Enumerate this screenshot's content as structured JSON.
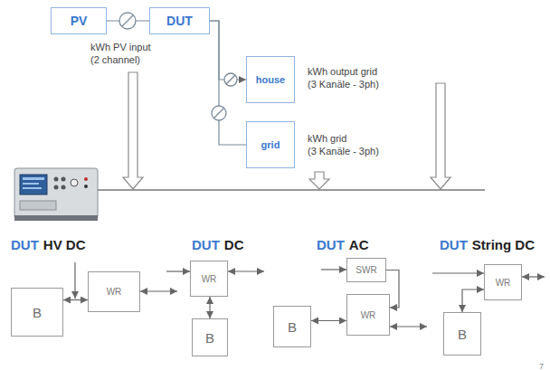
{
  "diagram": {
    "nodes": [
      {
        "text": [
          "PV"
        ]
      },
      {
        "text": [
          "DUT"
        ]
      },
      {
        "text": [
          "house"
        ]
      },
      {
        "text": [
          "grid"
        ]
      },
      {
        "text": [
          "B"
        ]
      },
      {
        "text": [
          "WR"
        ]
      },
      {
        "text": [
          "WR"
        ]
      },
      {
        "text": [
          "B"
        ]
      },
      {
        "text": [
          "SWR"
        ]
      },
      {
        "text": [
          "B"
        ]
      },
      {
        "text": [
          "WR"
        ]
      },
      {
        "text": [
          "WR"
        ]
      },
      {
        "text": [
          "B"
        ]
      }
    ],
    "edges": [
      {
        "from": 0,
        "to": 1,
        "arrow": "none"
      },
      {
        "from": 1,
        "to": 2,
        "arrow": "to"
      },
      {
        "from": 1,
        "to": 3,
        "arrow": "none"
      },
      {
        "from": 4,
        "to": 5,
        "arrow": "both"
      },
      {
        "from": 6,
        "to": 7,
        "arrow": "both"
      },
      {
        "from": 8,
        "to": 10,
        "arrow": "to"
      },
      {
        "from": 9,
        "to": 10,
        "arrow": "both"
      },
      {
        "from": 12,
        "to": 11,
        "arrow": "both"
      }
    ],
    "labels": [
      "kWh PV input",
      "(2 channel)",
      "kWh output grid",
      "(3 Kanäle - 3ph)",
      "kWh grid",
      "(3 Kanäle - 3ph)",
      "DUT",
      "HV DC",
      "DUT",
      "DC",
      "DUT",
      "AC",
      "DUT",
      "String DC",
      "7"
    ]
  }
}
